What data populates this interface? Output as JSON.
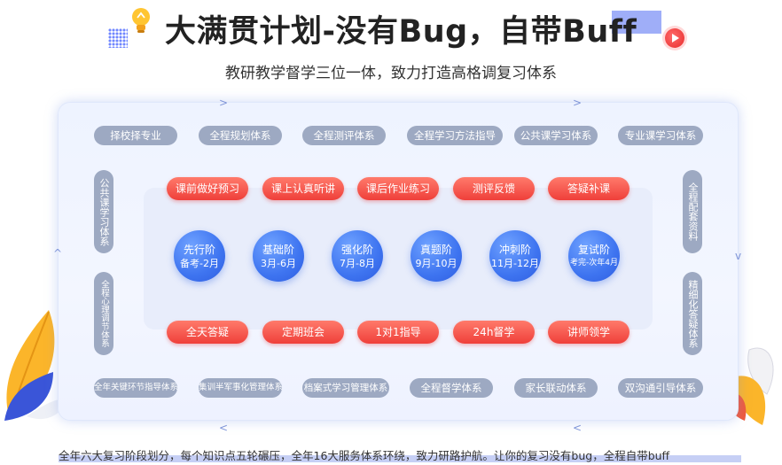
{
  "header": {
    "title": "大满贯计划-没有Bug，自带Buff",
    "subtitle": "教研教学督学三位一体，致力打造高格调复习体系"
  },
  "top_row": [
    "择校择专业",
    "全程规划体系",
    "全程测评体系",
    "全程学习方法指导",
    "公共课学习体系",
    "专业课学习体系"
  ],
  "bottom_row": [
    "全年关键环节指导体系",
    "集训半军事化管理体系",
    "档案式学习管理体系",
    "全程督学体系",
    "家长联动体系",
    "双沟通引导体系"
  ],
  "left_col": [
    "公共课学习体系",
    "全程心理调节体系"
  ],
  "right_col": [
    "全程配套资料",
    "精细化答疑体系"
  ],
  "red_top": [
    "课前做好预习",
    "课上认真听讲",
    "课后作业练习",
    "测评反馈",
    "答疑补课"
  ],
  "red_bottom": [
    "全天答疑",
    "定期班会",
    "1对1指导",
    "24h督学",
    "讲师领学"
  ],
  "stages": [
    {
      "title": "先行阶",
      "sub": "备考-2月"
    },
    {
      "title": "基础阶",
      "sub": "3月-6月"
    },
    {
      "title": "强化阶",
      "sub": "7月-8月"
    },
    {
      "title": "真题阶",
      "sub": "9月-10月"
    },
    {
      "title": "冲刺阶",
      "sub": "11月-12月"
    },
    {
      "title": "复试阶",
      "sub": "考完-次年4月"
    }
  ],
  "arrows": {
    "right": ">",
    "left": "<",
    "up": "^",
    "down": "v"
  },
  "footer": "全年六大复习阶段划分，每个知识点五轮碾压，全年16大服务体系环绕，致力研路护航。让你的复习没有bug，全程自带buff",
  "colors": {
    "gray_pill": "#9da9c2",
    "red_pill": "#ef3f3a",
    "blue_circle": "#3e74f0",
    "accent": "#8ea0f7"
  }
}
